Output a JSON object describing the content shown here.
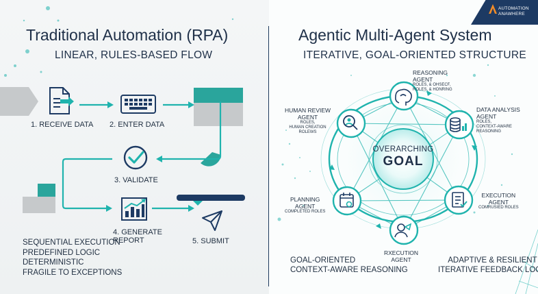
{
  "left": {
    "title": "Traditional Automation (RPA)",
    "subtitle": "LINEAR, RULES-BASED FLOW",
    "steps": {
      "receive": "1. RECEIVE DATA",
      "enter": "2. ENTER DATA",
      "validate": "3. VALIDATE",
      "generate_line1": "4. GENERATE",
      "generate_line2": "REPORT",
      "submit": "5. SUBMIT"
    },
    "characteristics": [
      "SEQUENTIAL EXECUTION",
      "PREDEFINED LOGIC",
      "DETERMINISTIC",
      "FRAGILE TO EXCEPTIONS"
    ]
  },
  "right": {
    "title": "Agentic Multi-Agent System",
    "subtitle": "ITERATIVE, GOAL-ORIENTED STRUCTURE",
    "goal_line1": "OVERARCHING",
    "goal_line2": "GOAL",
    "agents": {
      "reasoning": {
        "name": "REASONING\nAGENT",
        "roles": "ROLES, & OHSECF,\nROLES, & HONRING"
      },
      "data_analysis": {
        "name": "DATA ANALYSIS\nAGENT",
        "roles": "ROLES,\nCONTEXT-AWARE\nREASONING"
      },
      "execution": {
        "name": "EXECUTION\nAGENT",
        "roles": "COMRUSIED ROLES"
      },
      "rxecution": {
        "name": "RXECUTION\nAGENT",
        "roles": ""
      },
      "planning": {
        "name": "PLANNING\nAGENT",
        "roles": "COMPLETED ROLES"
      },
      "human_review": {
        "name": "HUMAN REVIEW\nAGENT",
        "roles": "ROLES,\nHUMAN CREATION\nROLEWS"
      }
    },
    "footer_left": "GOAL-ORIENTED\nCONTEXT-AWARE REASONING",
    "footer_right": "ADAPTIVE & RESILIENT\nITERATIVE FEEDBACK LOOP"
  },
  "logo": {
    "line1": "AUTOMATION",
    "line2": "ANAWHERE"
  },
  "colors": {
    "accent": "#1fb3ad",
    "navy": "#1f3048",
    "grey": "#c3c6c8",
    "teal_block": "#2aa59c"
  }
}
